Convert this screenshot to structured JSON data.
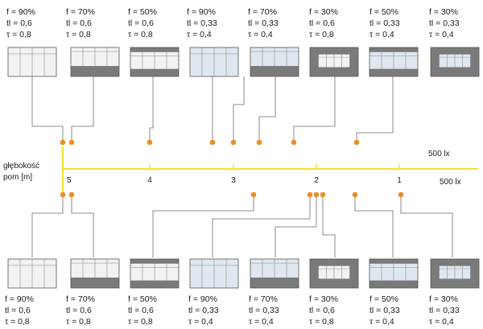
{
  "axis": {
    "label_line1": "głębokość",
    "label_line2": "pom [m]",
    "ticks": [
      "5",
      "4",
      "3",
      "2",
      "1"
    ],
    "lux_upper": "500 lx",
    "lux_lower": "500 lx"
  },
  "colors": {
    "dot": "#e8902a",
    "axis_line": "#f2e02e",
    "wall_dark": "#7a7a7a",
    "window_light": "#f2f2f2",
    "glass_tint": "#dfe8f0"
  },
  "top_row": [
    {
      "f": "f = 90%",
      "tl": "tl = 0,6",
      "tau": "τ = 0,8",
      "style": "plain-white"
    },
    {
      "f": "f = 70%",
      "tl": "tl = 0,6",
      "tau": "τ = 0,8",
      "style": "dark-bottom"
    },
    {
      "f": "f = 50%",
      "tl": "tl = 0,6",
      "tau": "τ = 0,8",
      "style": "dark-top-bottom"
    },
    {
      "f": "f = 90%",
      "tl": "tl = 0,33",
      "tau": "τ = 0,4",
      "style": "tinted-light"
    },
    {
      "f": "f = 70%",
      "tl": "tl = 0,33",
      "tau": "τ = 0,4",
      "style": "tinted-dark-bottom"
    },
    {
      "f": "f = 30%",
      "tl": "tl = 0,6",
      "tau": "τ = 0,8",
      "style": "dark-frame-white"
    },
    {
      "f": "f = 50%",
      "tl": "tl = 0,33",
      "tau": "τ = 0,4",
      "style": "tinted-dark-top-bottom"
    },
    {
      "f": "f = 30%",
      "tl": "tl = 0,33",
      "tau": "τ = 0,4",
      "style": "dark-frame-tinted"
    }
  ],
  "bottom_row": [
    {
      "f": "f = 90%",
      "tl": "tl = 0,6",
      "tau": "τ = 0,8",
      "style": "plain-white"
    },
    {
      "f": "f = 70%",
      "tl": "tl = 0,6",
      "tau": "τ = 0,8",
      "style": "dark-bottom"
    },
    {
      "f": "f = 50%",
      "tl": "tl = 0,6",
      "tau": "τ = 0,8",
      "style": "dark-top-bottom"
    },
    {
      "f": "f = 90%",
      "tl": "tl = 0,33",
      "tau": "τ = 0,4",
      "style": "tinted-light"
    },
    {
      "f": "f = 70%",
      "tl": "tl = 0,33",
      "tau": "τ = 0,4",
      "style": "tinted-dark-bottom"
    },
    {
      "f": "f = 30%",
      "tl": "tl = 0,6",
      "tau": "τ = 0,8",
      "style": "dark-frame-white"
    },
    {
      "f": "f = 50%",
      "tl": "tl = 0,33",
      "tau": "τ = 0,4",
      "style": "tinted-dark-top-bottom"
    },
    {
      "f": "f = 30%",
      "tl": "tl = 0,33",
      "tau": "τ = 0,4",
      "style": "dark-frame-tinted"
    }
  ]
}
